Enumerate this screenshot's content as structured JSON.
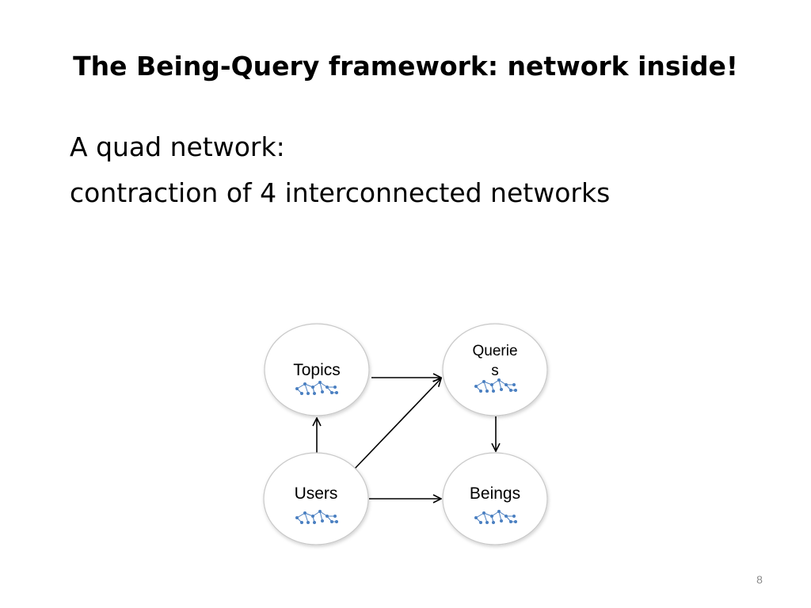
{
  "slide": {
    "title": "The Being-Query framework: network inside!",
    "body_lines": [
      "A quad network:",
      "contraction of 4 interconnected networks"
    ],
    "page_number": "8"
  },
  "diagram": {
    "nodes": [
      {
        "id": "topics",
        "label": "Topics"
      },
      {
        "id": "queries",
        "label_lines": [
          "Querie",
          "s"
        ]
      },
      {
        "id": "users",
        "label": "Users"
      },
      {
        "id": "beings",
        "label": "Beings"
      }
    ],
    "edges": [
      {
        "from": "topics",
        "to": "queries"
      },
      {
        "from": "users",
        "to": "topics"
      },
      {
        "from": "users",
        "to": "queries"
      },
      {
        "from": "users",
        "to": "beings"
      },
      {
        "from": "queries",
        "to": "beings"
      }
    ],
    "colors": {
      "node_border": "#c8c8c8",
      "mini_network": "#4a7fc1",
      "arrow": "#000000",
      "page_number": "#8c8c8c"
    },
    "icons": {
      "node_glyph": "mini-network-icon"
    }
  }
}
